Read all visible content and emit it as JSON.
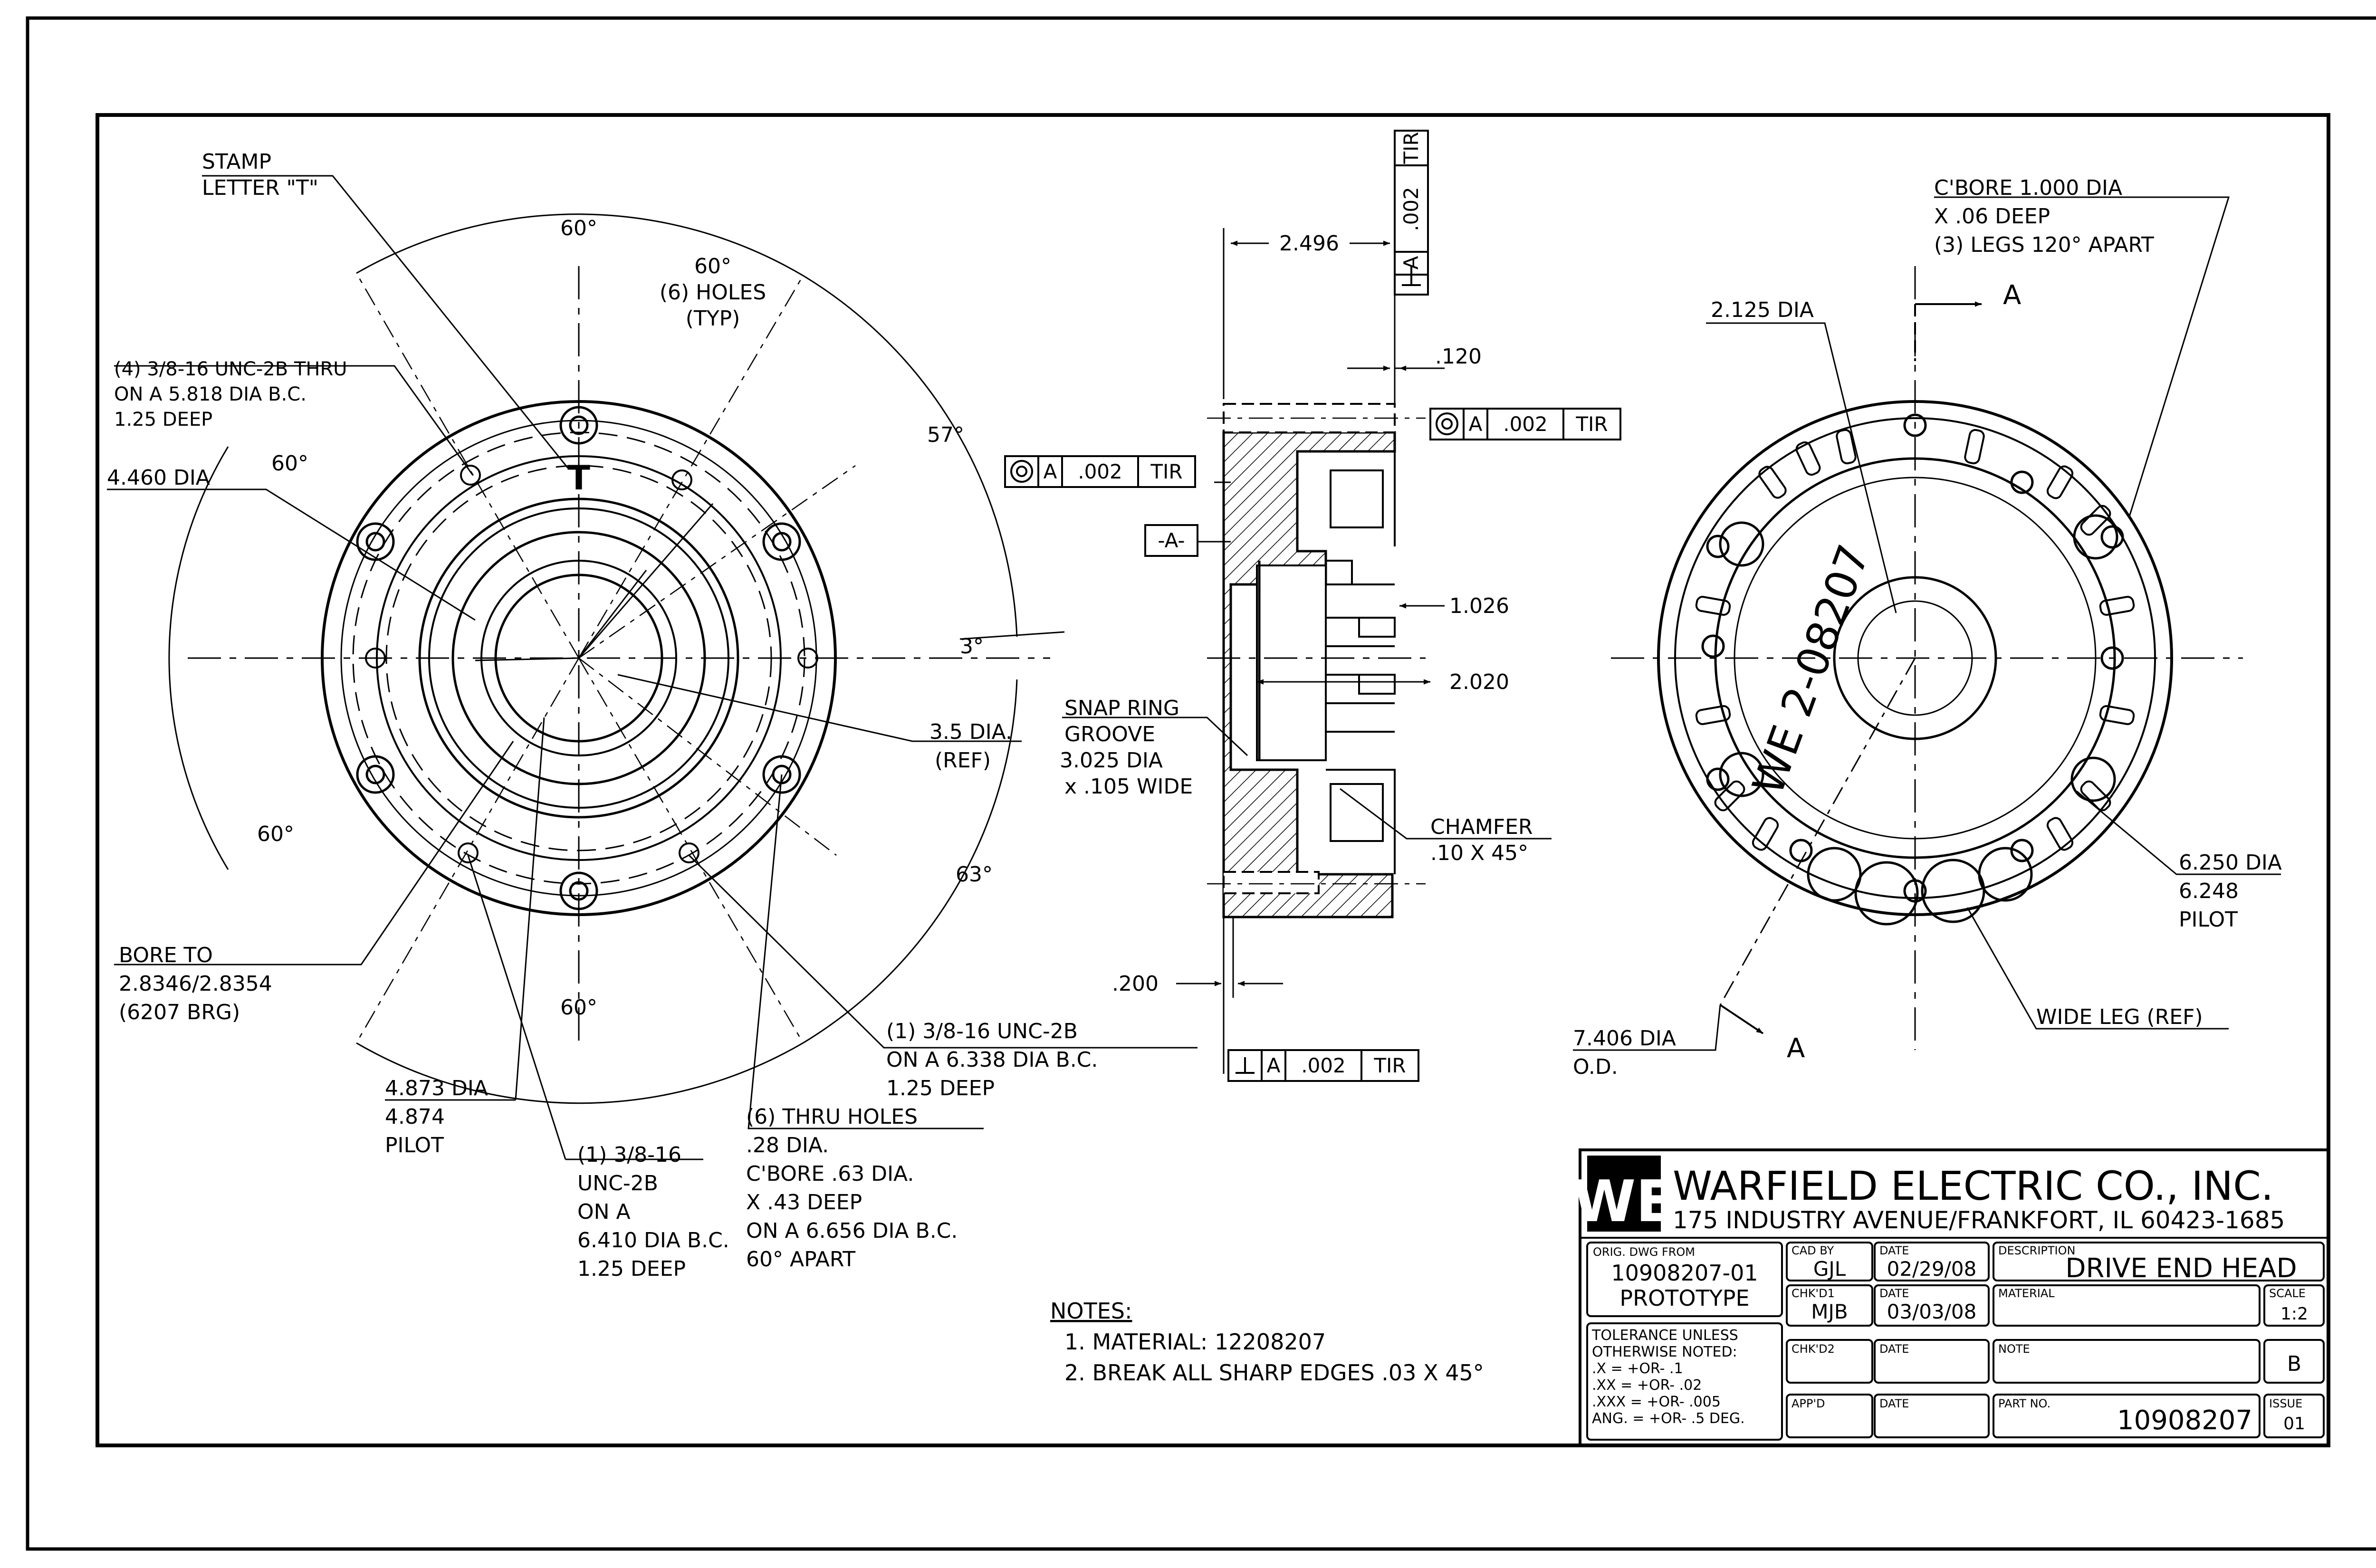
{
  "front_view": {
    "stamp": [
      "STAMP",
      "LETTER \"T\""
    ],
    "stamp_letter": "T",
    "angle_60_top": "60°",
    "angle_60_holes": [
      "60°",
      "(6) HOLES",
      "(TYP)"
    ],
    "angle_57": "57°",
    "angle_60_left": "60°",
    "angle_60_lower_left": "60°",
    "angle_60_bottom": "60°",
    "angle_63": "63°",
    "angle_3": "3°",
    "thru_note": [
      "(4) 3/8-16 UNC-2B THRU",
      "ON A 5.818 DIA B.C.",
      "1.25 DEEP"
    ],
    "dia_4460": "4.460 DIA",
    "dia_35": [
      "3.5 DIA.",
      "(REF)"
    ],
    "bore": [
      "BORE TO",
      "2.8346/2.8354",
      "(6207 BRG)"
    ],
    "pilot_4873": [
      "4.873 DIA",
      "4.874",
      "PILOT"
    ],
    "tap_6410": [
      "(1) 3/8-16",
      "UNC-2B",
      "ON A",
      "6.410 DIA B.C.",
      "1.25 DEEP"
    ],
    "thru_holes": [
      "(6) THRU HOLES",
      ".28 DIA.",
      "C'BORE .63 DIA.",
      "X .43 DEEP",
      "ON A 6.656 DIA B.C.",
      "60° APART"
    ],
    "tap_6338": [
      "(1) 3/8-16 UNC-2B",
      "ON A 6.338 DIA B.C.",
      "1.25 DEEP"
    ]
  },
  "section_view": {
    "dim_2496": "2.496",
    "dim_120": ".120",
    "dim_1026": "1.026",
    "dim_2020": "2.020",
    "dim_200": ".200",
    "datum": "-A-",
    "fcf_runout_top": [
      "A",
      ".002",
      "TIR"
    ],
    "fcf_runout_left": [
      "A",
      ".002",
      "TIR"
    ],
    "fcf_vertical": [
      "A",
      ".002",
      "TIR"
    ],
    "fcf_perp_bottom": [
      "A",
      ".002",
      "TIR"
    ],
    "snap_ring": [
      "SNAP RING",
      "GROOVE",
      "3.025 DIA",
      "x .105 WIDE"
    ],
    "chamfer": [
      "CHAMFER",
      ".10 X 45°"
    ]
  },
  "rear_view": {
    "cbore": [
      "C'BORE 1.000 DIA",
      "X .06 DEEP",
      "(3) LEGS 120° APART"
    ],
    "dia_2125": "2.125 DIA",
    "section_a_top": "A",
    "section_a_bottom": "A",
    "pilot_6250": [
      "6.250 DIA",
      "6.248",
      "PILOT"
    ],
    "od_7406": [
      "7.406 DIA",
      "O.D."
    ],
    "wide_leg": "WIDE LEG (REF)",
    "casting_mark": "WE 2-08207"
  },
  "notes": {
    "title": "NOTES:",
    "items": [
      "1. MATERIAL: 12208207",
      "2. BREAK ALL SHARP EDGES .03 X 45°"
    ]
  },
  "title_block": {
    "logo_text": "WE",
    "company": "WARFIELD ELECTRIC CO., INC.",
    "address": "175 INDUSTRY AVENUE/FRANKFORT, IL 60423-1685",
    "orig_dwg_label": "ORIG. DWG FROM",
    "orig_dwg_values": [
      "10908207-01",
      "PROTOTYPE"
    ],
    "cad_by_label": "CAD BY",
    "cad_by": "GJL",
    "date_label": "DATE",
    "date1": "02/29/08",
    "description_label": "DESCRIPTION",
    "description": "DRIVE END HEAD",
    "chkd1_label": "CHK'D1",
    "chkd1": "MJB",
    "date2": "03/03/08",
    "material_label": "MATERIAL",
    "scale_label": "SCALE",
    "scale": "1:2",
    "tolerance": [
      "TOLERANCE UNLESS",
      "OTHERWISE NOTED:",
      ".X    = +OR- .1",
      ".XX   = +OR- .02",
      ".XXX  = +OR- .005",
      "ANG.  = +OR- .5 DEG."
    ],
    "chkd2_label": "CHK'D2",
    "note_label": "NOTE",
    "size": "B",
    "appd_label": "APP'D",
    "part_no_label": "PART NO.",
    "part_no": "10908207",
    "issue_label": "ISSUE",
    "issue": "01"
  }
}
